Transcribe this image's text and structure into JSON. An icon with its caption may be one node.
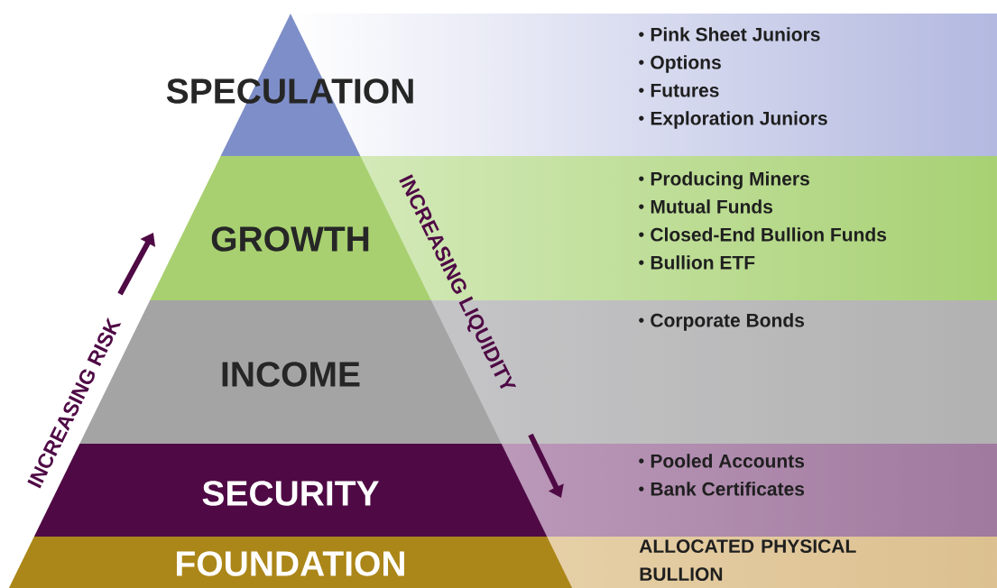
{
  "diagram": {
    "nodes": [
      {
        "text": [
          "SPECULATION"
        ]
      },
      {
        "text": [
          "GROWTH"
        ]
      },
      {
        "text": [
          "INCOME"
        ]
      },
      {
        "text": [
          "SECURITY"
        ]
      },
      {
        "text": [
          "FOUNDATION"
        ]
      },
      {
        "text": [
          "Pink Sheet Juniors",
          "Options",
          "Futures",
          "Exploration Juniors"
        ]
      },
      {
        "text": [
          "Producing Miners",
          "Mutual Funds",
          "Closed-End Bullion Funds",
          "Bullion ETF"
        ]
      },
      {
        "text": [
          "Corporate Bonds"
        ]
      },
      {
        "text": [
          "Pooled Accounts",
          "Bank Certificates"
        ]
      },
      {
        "text": [
          "ALLOCATED PHYSICAL BULLION"
        ]
      }
    ],
    "labels": [
      "INCREASING RISK",
      "INCREASING LIQUIDITY"
    ]
  }
}
